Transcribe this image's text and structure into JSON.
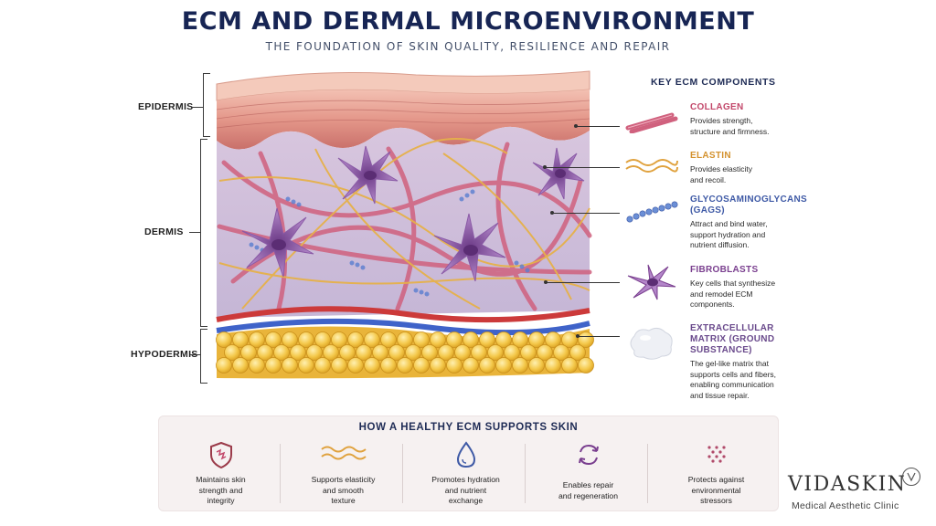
{
  "header": {
    "title": "ECM AND DERMAL MICROENVIRONMENT",
    "subtitle": "THE FOUNDATION OF SKIN QUALITY, RESILIENCE AND REPAIR"
  },
  "layers": {
    "epidermis": "EPIDERMIS",
    "dermis": "DERMIS",
    "hypodermis": "HYPODERMIS"
  },
  "key": {
    "title": "KEY ECM COMPONENTS",
    "components": [
      {
        "name": "COLLAGEN",
        "desc1": "Provides strength,",
        "desc2": "structure and firmness.",
        "desc3": "",
        "desc4": "",
        "color": "#c2476a"
      },
      {
        "name": "ELASTIN",
        "desc1": "Provides elasticity",
        "desc2": "and recoil.",
        "desc3": "",
        "desc4": "",
        "color": "#d4922e"
      },
      {
        "name": "GLYCOSAMINOGLYCANS",
        "name2": "(GAGS)",
        "desc1": "Attract and bind water,",
        "desc2": "support hydration and",
        "desc3": "nutrient diffusion.",
        "desc4": "",
        "color": "#3f5aa6"
      },
      {
        "name": "FIBROBLASTS",
        "desc1": "Key cells that synthesize",
        "desc2": "and remodel ECM",
        "desc3": "components.",
        "desc4": "",
        "color": "#7a3f8f"
      },
      {
        "name": "EXTRACELLULAR",
        "name2": "MATRIX (GROUND",
        "name3": "SUBSTANCE)",
        "desc1": "The gel-like matrix that",
        "desc2": "supports cells and fibers,",
        "desc3": "enabling communication",
        "desc4": "and tissue repair.",
        "color": "#6a4a8c"
      }
    ]
  },
  "benefits": {
    "title": "HOW A HEALTHY ECM SUPPORTS SKIN",
    "items": [
      {
        "line1": "Maintains skin",
        "line2": "strength and",
        "line3": "integrity",
        "icon": "shield-icon"
      },
      {
        "line1": "Supports elasticity",
        "line2": "and smooth",
        "line3": "texture",
        "icon": "wave-icon"
      },
      {
        "line1": "Promotes hydration",
        "line2": "and nutrient",
        "line3": "exchange",
        "icon": "droplet-icon"
      },
      {
        "line1": "Enables repair",
        "line2": "and regeneration",
        "line3": "",
        "icon": "cycle-icon"
      },
      {
        "line1": "Protects against",
        "line2": "environmental",
        "line3": "stressors",
        "icon": "dots-grid-icon"
      }
    ]
  },
  "brand": {
    "name": "VIDASKIN",
    "tagline": "Medical Aesthetic Clinic"
  },
  "colors": {
    "title": "#172554",
    "collagen": "#c2476a",
    "elastin": "#d4922e",
    "gags": "#3f5aa6",
    "fibroblast": "#7a3f8f",
    "fat": "#f2c240",
    "epidermis": "#e39a8e"
  }
}
